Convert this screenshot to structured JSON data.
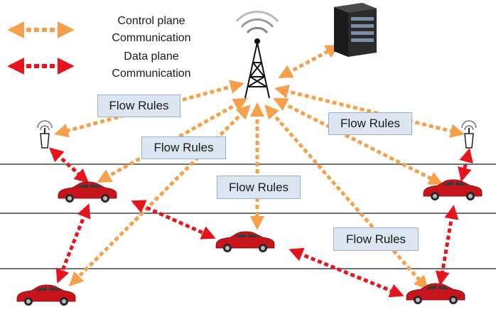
{
  "legend": {
    "control": {
      "line1": "Control plane",
      "line2": "Communication",
      "color": "#f5a04a"
    },
    "data": {
      "line1": "Data plane",
      "line2": "Communication",
      "color": "#e8141b"
    }
  },
  "flow_rule_label": "Flow Rules",
  "colors": {
    "car_body": "#c8141b",
    "road_line": "#444444",
    "box_fill": "#dbe6f2"
  }
}
